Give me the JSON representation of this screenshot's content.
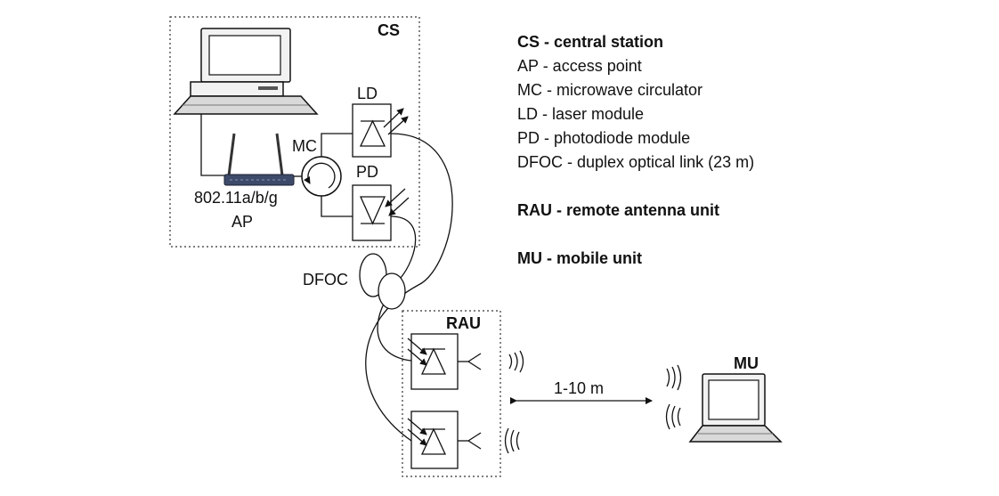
{
  "diagram": {
    "cs_label": "CS",
    "ld_label": "LD",
    "pd_label": "PD",
    "mc_label": "MC",
    "ap_model": "802.11a/b/g",
    "ap_label": "AP",
    "dfoc_label": "DFOC",
    "rau_label": "RAU",
    "mu_label": "MU",
    "distance_label": "1-10 m"
  },
  "legend": {
    "cs": "CS - central station",
    "ap": "AP - access point",
    "mc": "MC - microwave circulator",
    "ld": "LD - laser module",
    "pd": "PD - photodiode module",
    "dfoc": "DFOC - duplex optical link (23 m)",
    "rau": "RAU - remote antenna unit",
    "mu": "MU - mobile unit"
  }
}
